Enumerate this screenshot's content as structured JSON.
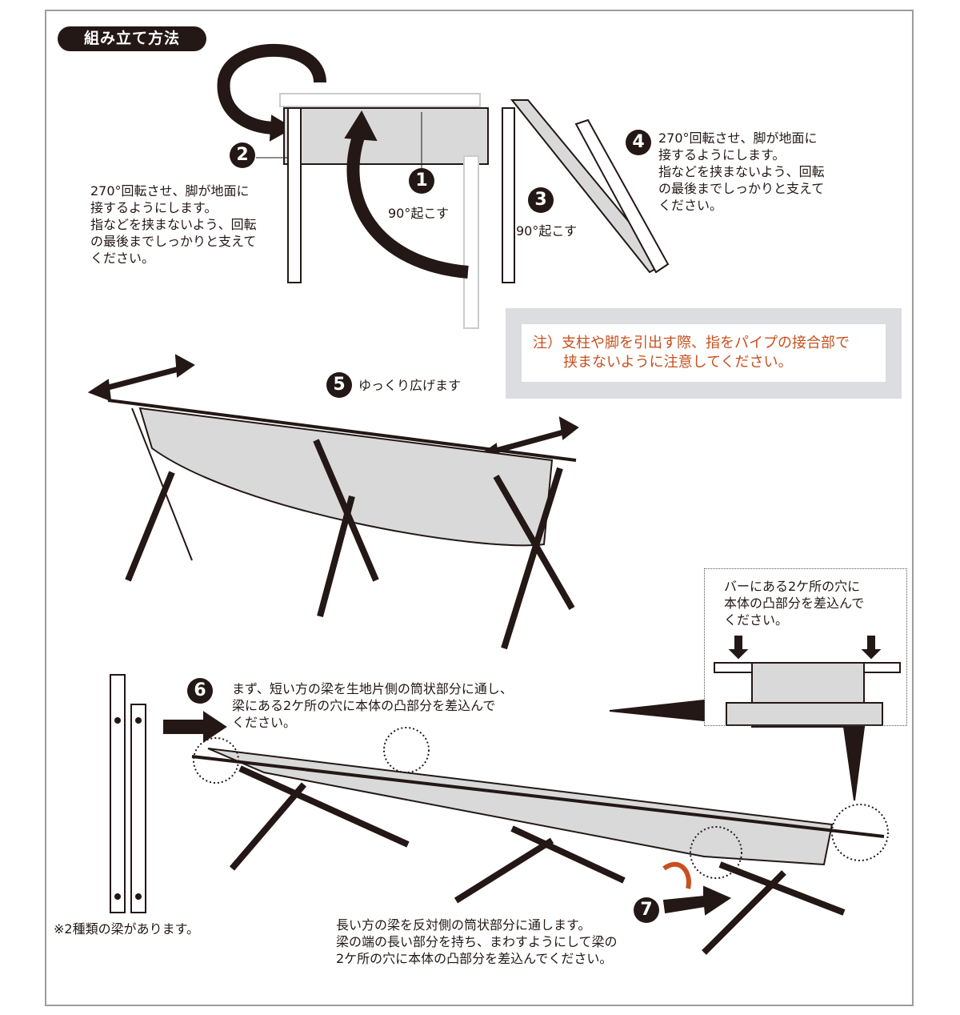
{
  "title": "組み立て方法",
  "steps": [
    {
      "number": "1",
      "text": "90°起こす"
    },
    {
      "number": "2",
      "text": "270°回転させ、脚が地面に\n接するようにします。\n指などを挟まないよう、回転\nの最後までしっかりと支えて\nください。"
    },
    {
      "number": "3",
      "text": "90°起こす"
    },
    {
      "number": "4",
      "text": "270°回転させ、脚が地面に\n接するようにします。\n指などを挟まないよう、回転\nの最後までしっかりと支えて\nください。"
    },
    {
      "number": "5",
      "text": "ゆっくり広げます"
    },
    {
      "number": "6",
      "text": "まず、短い方の梁を生地片側の筒状部分に通し、\n梁にある2ケ所の穴に本体の凸部分を差込んで\nください。"
    },
    {
      "number": "7",
      "text": "長い方の梁を反対側の筒状部分に通します。\n梁の端の長い部分を持ち、まわすようにして梁の\n2ケ所の穴に本体の凸部分を差込んでください。"
    }
  ],
  "note": {
    "line1": "注）支柱や脚を引出す際、指をパイプの接合部で",
    "line2": "挟まないように注意してください。",
    "color": "#c8501e"
  },
  "detail_text": "バーにある2ケ所の穴に\n本体の凸部分を差込んで\nください。",
  "beam_note": "※2種類の梁があります。"
}
